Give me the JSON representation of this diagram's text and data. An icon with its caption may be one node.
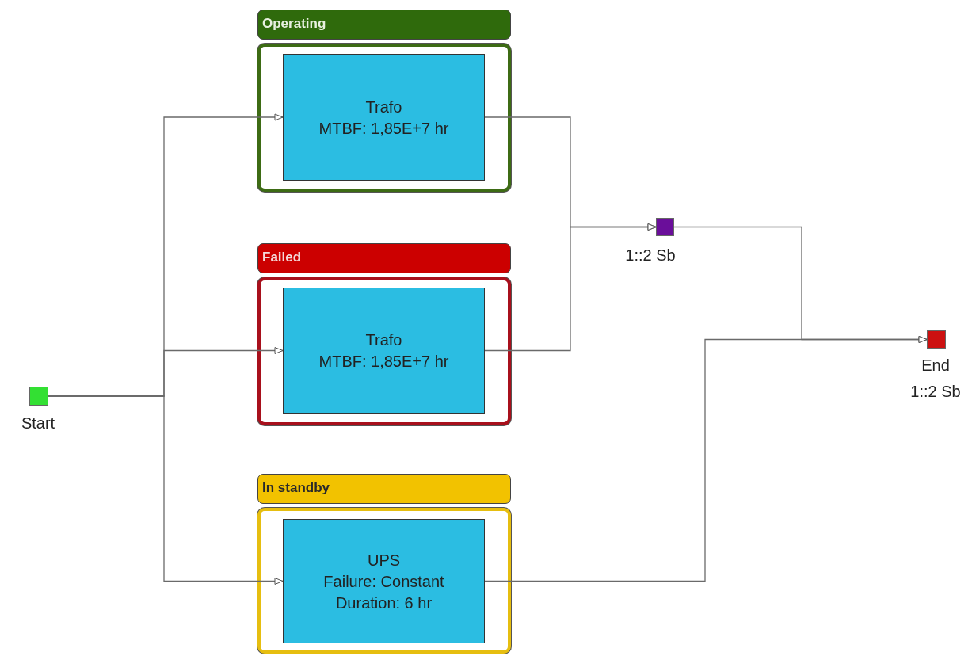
{
  "diagram": {
    "nodes": [
      {
        "text": [
          "Operating"
        ]
      },
      {
        "text": [
          "Trafo",
          "MTBF: 1,85E+7 hr"
        ],
        "in": 0
      },
      {
        "text": [
          "Failed"
        ]
      },
      {
        "text": [
          "Trafo",
          "MTBF: 1,85E+7 hr"
        ],
        "in": 2
      },
      {
        "text": [
          "In standby"
        ]
      },
      {
        "text": [
          "UPS",
          "Failure: Constant",
          "Duration: 6 hr"
        ],
        "in": 4
      },
      {
        "text": [],
        "shape": "box",
        "beside": [
          "Start"
        ]
      },
      {
        "text": [],
        "shape": "box",
        "beside": [
          "1::2 Sb"
        ]
      },
      {
        "text": [],
        "shape": "box",
        "beside": [
          "End",
          "1::2 Sb"
        ]
      }
    ],
    "edges": [
      {
        "from": 6,
        "to": 1,
        "arrow": "to"
      },
      {
        "from": 6,
        "to": 3,
        "arrow": "to"
      },
      {
        "from": 6,
        "to": 5,
        "arrow": "to"
      },
      {
        "from": 1,
        "to": 7,
        "arrow": "to"
      },
      {
        "from": 3,
        "to": 7,
        "arrow": "to"
      },
      {
        "from": 7,
        "to": 8,
        "arrow": "to"
      },
      {
        "from": 5,
        "to": 8,
        "arrow": "to"
      }
    ]
  }
}
